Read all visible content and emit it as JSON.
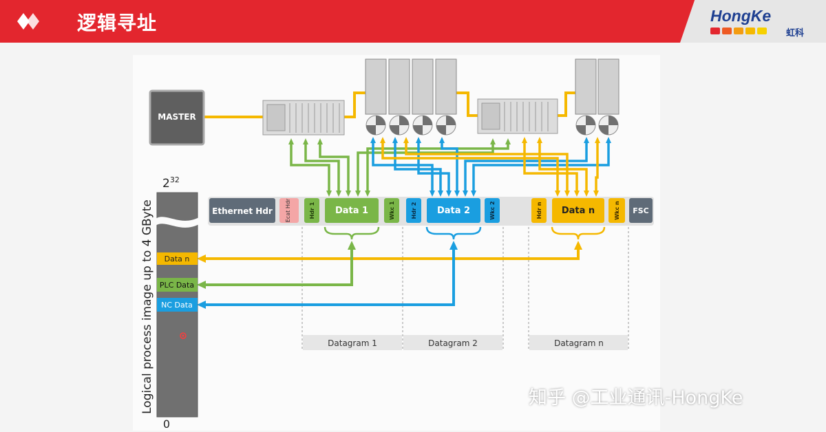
{
  "header": {
    "title": "逻辑寻址",
    "brand": {
      "name": "HongKe",
      "sub": "虹科"
    }
  },
  "colors": {
    "accent_red": "#e3262e",
    "green": "#7ab648",
    "blue": "#1a9ee0",
    "yellow": "#f5b800",
    "ethernet_grey": "#5f6b78",
    "ecat_pink": "#f4a6a6"
  },
  "diagram": {
    "master_label": "MASTER",
    "frame": {
      "ethernet_hdr": "Ethernet Hdr",
      "ecat_hdr": "Ecat Hdr",
      "hdr1": "Hdr 1",
      "data1": "Data 1",
      "wkc1": "Wkc 1",
      "hdr2": "Hdr 2",
      "data2": "Data 2",
      "wkc2": "Wkc 2",
      "hdrn": "Hdr n",
      "datan": "Data n",
      "wkcn": "Wkc n",
      "fsc": "FSC"
    },
    "process_image": {
      "axis_label": "Logical process image up to 4 GByte",
      "top_label_base": "2",
      "top_label_exp": "32",
      "bottom_label": "0",
      "segments": [
        "Data n",
        "PLC Data",
        "NC Data"
      ]
    },
    "datagrams": [
      "Datagram 1",
      "Datagram 2",
      "Datagram n"
    ]
  },
  "watermark": "知乎 @工业通讯-HongKe"
}
